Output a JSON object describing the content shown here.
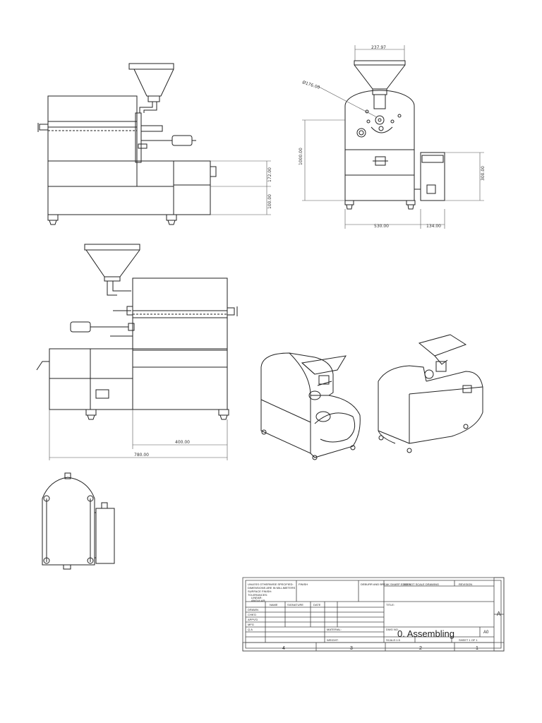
{
  "views": {
    "side_view": {
      "dim_height_upper": "172.00",
      "dim_height_lower": "100.00"
    },
    "front_view": {
      "dim_top_width": "237.97",
      "dim_diameter": "Ø176.00",
      "dim_height_left": "1000.00",
      "dim_height_right": "300.00",
      "dim_bottom_width": "530.00",
      "dim_bottom_side": "134.00"
    },
    "rear_view": {
      "dim_partial": "400.00",
      "dim_total": "780.00"
    }
  },
  "title_block": {
    "notes": [
      "UNLESS OTHERWISE SPECIFIED:",
      "DIMENSIONS ARE IN MILLIMETERS",
      "SURFACE FINISH:",
      "TOLERANCES:",
      "LINEAR:",
      "ANGULAR:"
    ],
    "finish_label": "FINISH",
    "deburr_label": "DEBURR AND BREAK SHARP EDGES",
    "no_scale_label": "DO NOT SCALE DRAWING",
    "revision_label": "REVISION",
    "col_name": "NAME",
    "col_signature": "SIGNATURE",
    "col_date": "DATE",
    "rows": [
      "DRAWN",
      "CHK'D",
      "APPV'D",
      "MFG",
      "Q.A"
    ],
    "title_label": "TITLE:",
    "material_label": "MATERIAL:",
    "dwg_no_label": "DWG NO.",
    "drawing_title": "0. Assembling",
    "size": "A0",
    "weight_label": "WEIGHT:",
    "scale_label": "SCALE:1:5",
    "sheet_label": "SHEET 1 OF 1",
    "zone_letter": "A",
    "zone_numbers": [
      "4",
      "3",
      "2",
      "1"
    ]
  }
}
